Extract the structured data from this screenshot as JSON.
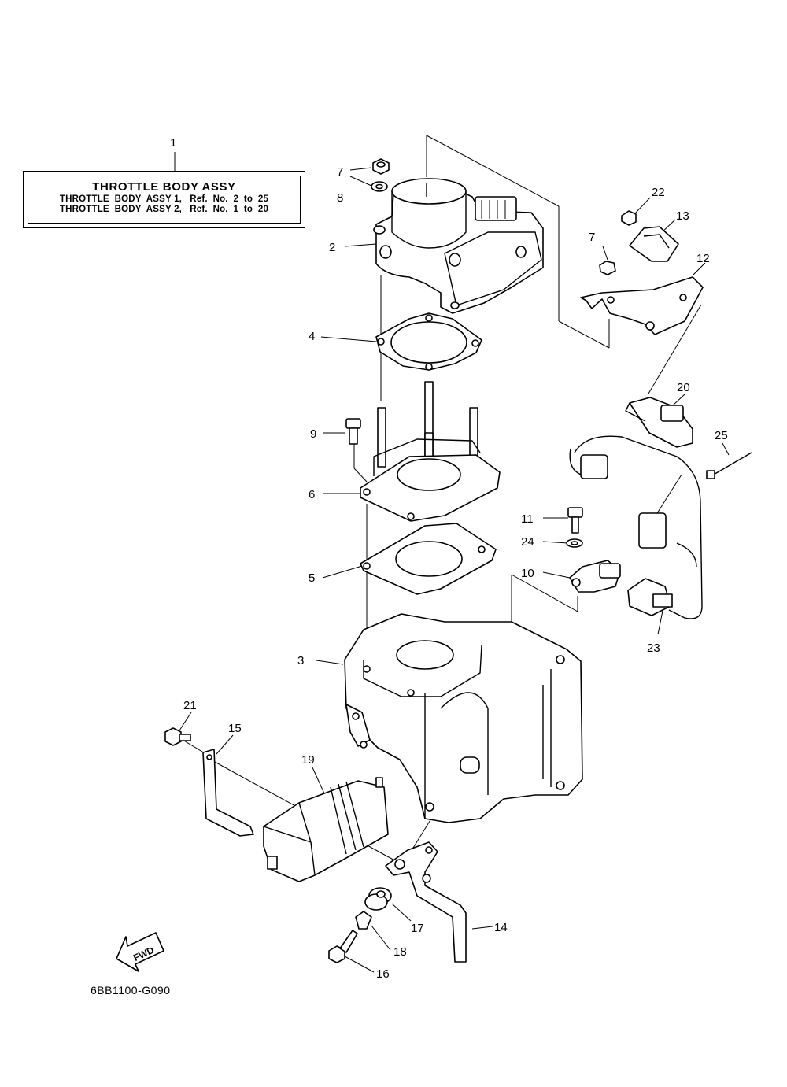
{
  "legend": {
    "title": "THROTTLE BODY ASSY",
    "line1": "THROTTLE  BODY  ASSY 1,   Ref.  No.  2  to  25",
    "line2": "THROTTLE  BODY  ASSY 2,   Ref.  No.  1  to  20"
  },
  "diagram_code": "6BB1100-G090",
  "fwd_label": "FWD",
  "callouts": {
    "n1": "1",
    "n2": "2",
    "n3": "3",
    "n4": "4",
    "n5": "5",
    "n6": "6",
    "n7a": "7",
    "n7b": "7",
    "n8": "8",
    "n9": "9",
    "n10": "10",
    "n11": "11",
    "n12": "12",
    "n13": "13",
    "n14": "14",
    "n15": "15",
    "n16": "16",
    "n17": "17",
    "n18": "18",
    "n19": "19",
    "n20": "20",
    "n21": "21",
    "n22": "22",
    "n23": "23",
    "n24": "24",
    "n25": "25"
  }
}
